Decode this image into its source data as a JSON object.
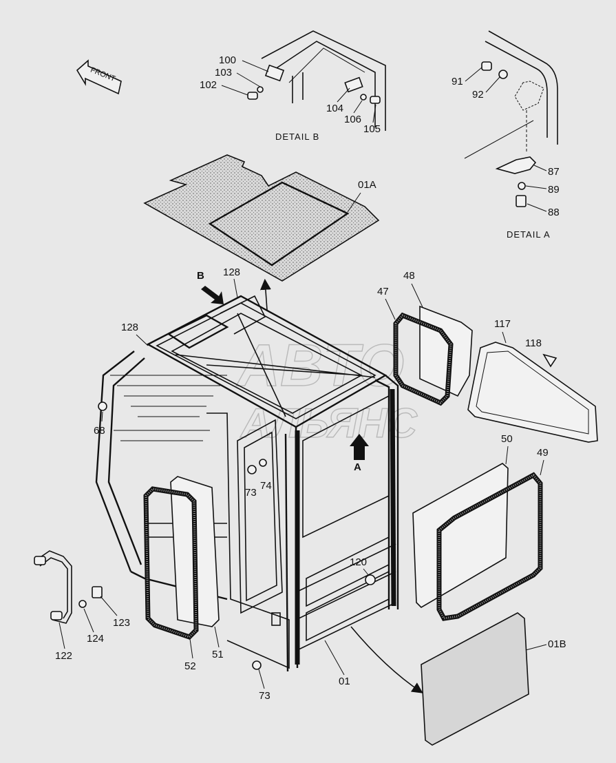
{
  "diagram": {
    "watermark_top": "ABTO",
    "watermark_bottom": "АЛЬЯНС",
    "front_label": "FRONT",
    "detail_a_title": "DETAIL A",
    "detail_b_title": "DETAIL B",
    "view_markers": {
      "a": "A",
      "b": "B"
    },
    "callouts": {
      "p100": "100",
      "p103": "103",
      "p102": "102",
      "p104": "104",
      "p106": "106",
      "p105": "105",
      "p91": "91",
      "p92": "92",
      "p87": "87",
      "p89": "89",
      "p88": "88",
      "p01A": "01A",
      "p128a": "128",
      "p128b": "128",
      "p47": "47",
      "p48": "48",
      "p117": "117",
      "p118": "118",
      "p68": "68",
      "p73a": "73",
      "p74": "74",
      "p50": "50",
      "p49": "49",
      "p120": "120",
      "p122": "122",
      "p124": "124",
      "p123": "123",
      "p52": "52",
      "p51": "51",
      "p73b": "73",
      "p01": "01",
      "p01B": "01B"
    }
  }
}
